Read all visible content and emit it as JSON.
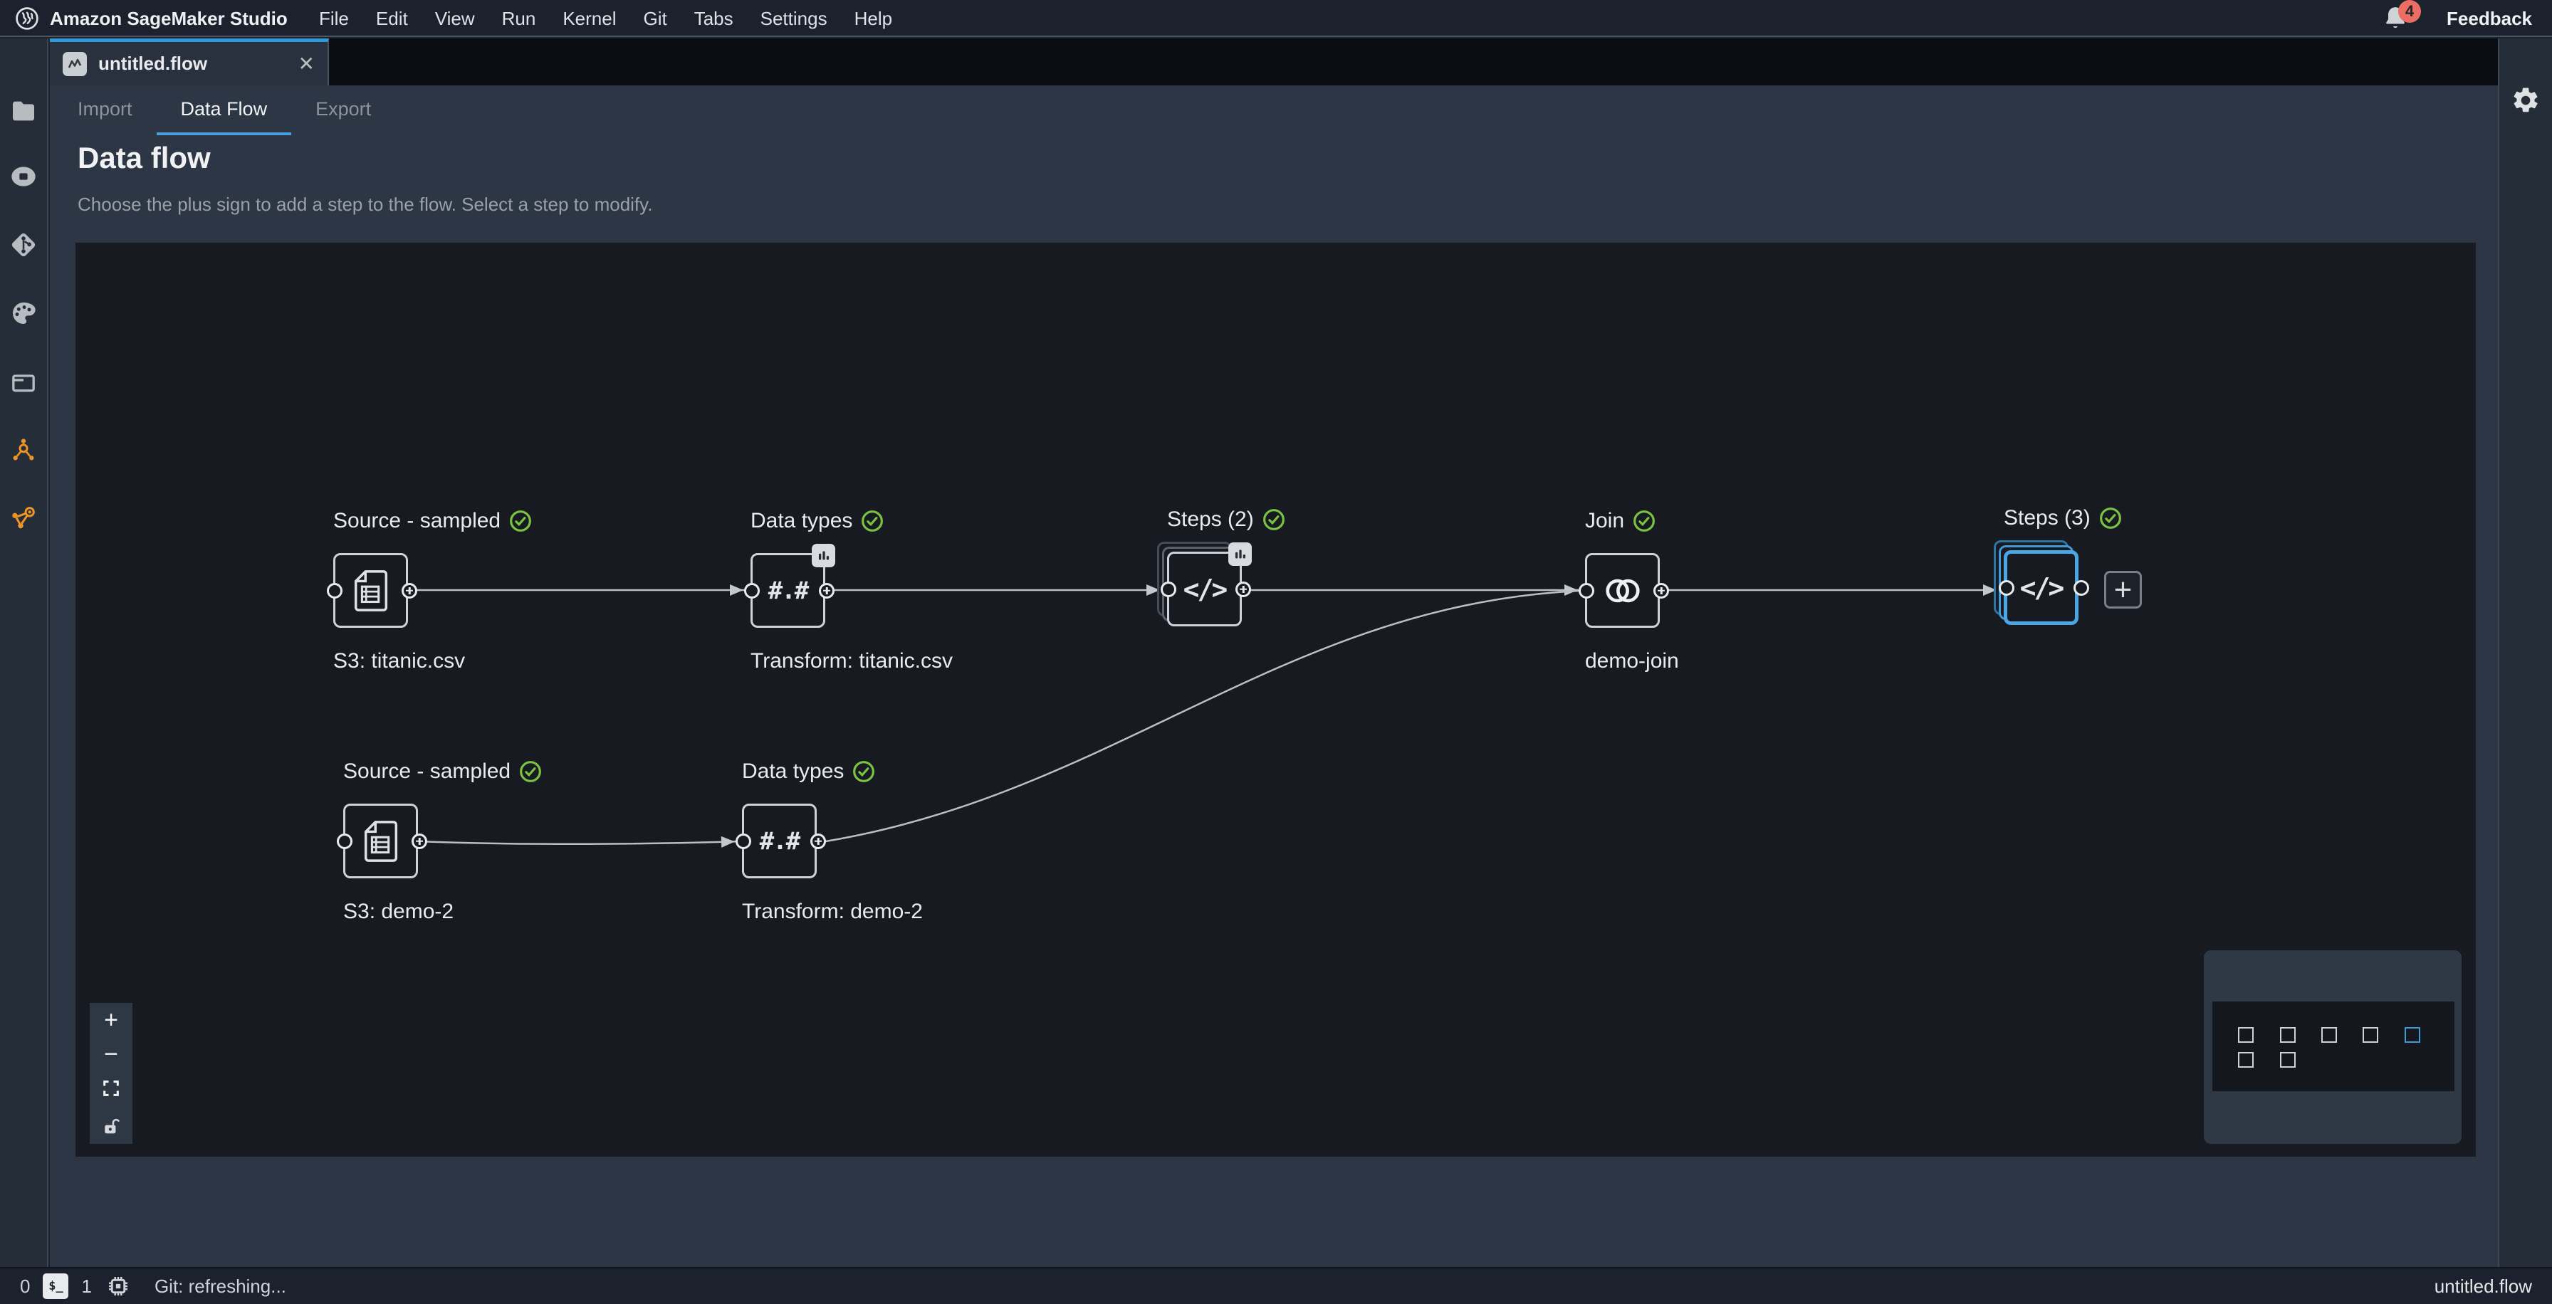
{
  "app": {
    "brand": "Amazon SageMaker Studio",
    "menu": [
      "File",
      "Edit",
      "View",
      "Run",
      "Kernel",
      "Git",
      "Tabs",
      "Settings",
      "Help"
    ],
    "notifications": "4",
    "feedback_label": "Feedback"
  },
  "tab": {
    "title": "untitled.flow",
    "close_glyph": "✕"
  },
  "subtabs": [
    {
      "label": "Import"
    },
    {
      "label": "Data Flow"
    },
    {
      "label": "Export"
    }
  ],
  "page": {
    "title": "Data flow",
    "subtitle": "Choose the plus sign to add a step to the flow. Select a step to modify."
  },
  "flow": {
    "nodes": [
      {
        "title": "Source - sampled",
        "status": "success",
        "label": "S3: titanic.csv",
        "icon": "document"
      },
      {
        "title": "Data types",
        "status": "success",
        "label": "Transform: titanic.csv",
        "icon": "number",
        "icon_text": "#.#",
        "badge": "insights"
      },
      {
        "title": "Steps (2)",
        "status": "success",
        "label": "",
        "icon": "code",
        "icon_text": "</>",
        "badge": "insights"
      },
      {
        "title": "Join",
        "status": "success",
        "label": "demo-join",
        "icon": "join"
      },
      {
        "title": "Steps (3)",
        "status": "success",
        "label": "",
        "icon": "code",
        "icon_text": "</>",
        "selected": true
      },
      {
        "title": "Source - sampled",
        "status": "success",
        "label": "S3: demo-2",
        "icon": "document"
      },
      {
        "title": "Data types",
        "status": "success",
        "label": "Transform: demo-2",
        "icon": "number",
        "icon_text": "#.#"
      }
    ],
    "add_label": "+",
    "controls": {
      "zoom_in": "+",
      "zoom_out": "−"
    }
  },
  "statusbar": {
    "left_count": "0",
    "terminal_glyph": "$_",
    "terminal_count": "1",
    "git_status": "Git: refreshing...",
    "active_file": "untitled.flow"
  },
  "colors": {
    "accent_blue": "#2e9bd8",
    "selected_blue": "#4aa7e3",
    "success_green": "#79c242",
    "sidebar_orange": "#ee9426",
    "notification_red": "#ec6e62",
    "canvas_bg": "#171a20",
    "panel_bg": "#2d3644",
    "chrome_bg": "#1b222d"
  }
}
